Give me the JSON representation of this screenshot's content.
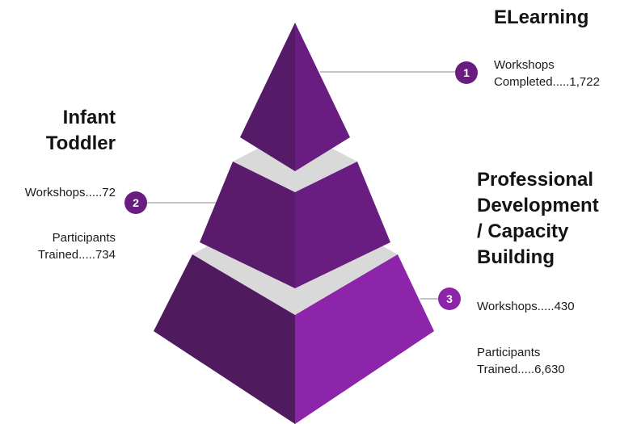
{
  "colors": {
    "dark": "#4f1a5e",
    "mid": "#6a1d80",
    "light": "#8d25aa",
    "separator": "#d9d9d9",
    "connector": "#c4c4c4",
    "badge": "#6a1d80"
  },
  "levels": [
    {
      "number": "1",
      "title_lines": [
        "ELearning"
      ],
      "stats": [
        {
          "lines": [
            "Workshops",
            "Completed.....1,722"
          ]
        }
      ]
    },
    {
      "number": "2",
      "title_lines": [
        "Infant",
        "Toddler"
      ],
      "stats": [
        {
          "lines": [
            "Workshops.....72"
          ]
        },
        {
          "lines": [
            "Participants",
            "Trained.....734"
          ]
        }
      ]
    },
    {
      "number": "3",
      "title_lines": [
        "Professional",
        "Development",
        "/ Capacity",
        "Building"
      ],
      "stats": [
        {
          "lines": [
            "Workshops.....430"
          ]
        },
        {
          "lines": [
            "Participants",
            "Trained.....6,630"
          ]
        }
      ]
    }
  ]
}
